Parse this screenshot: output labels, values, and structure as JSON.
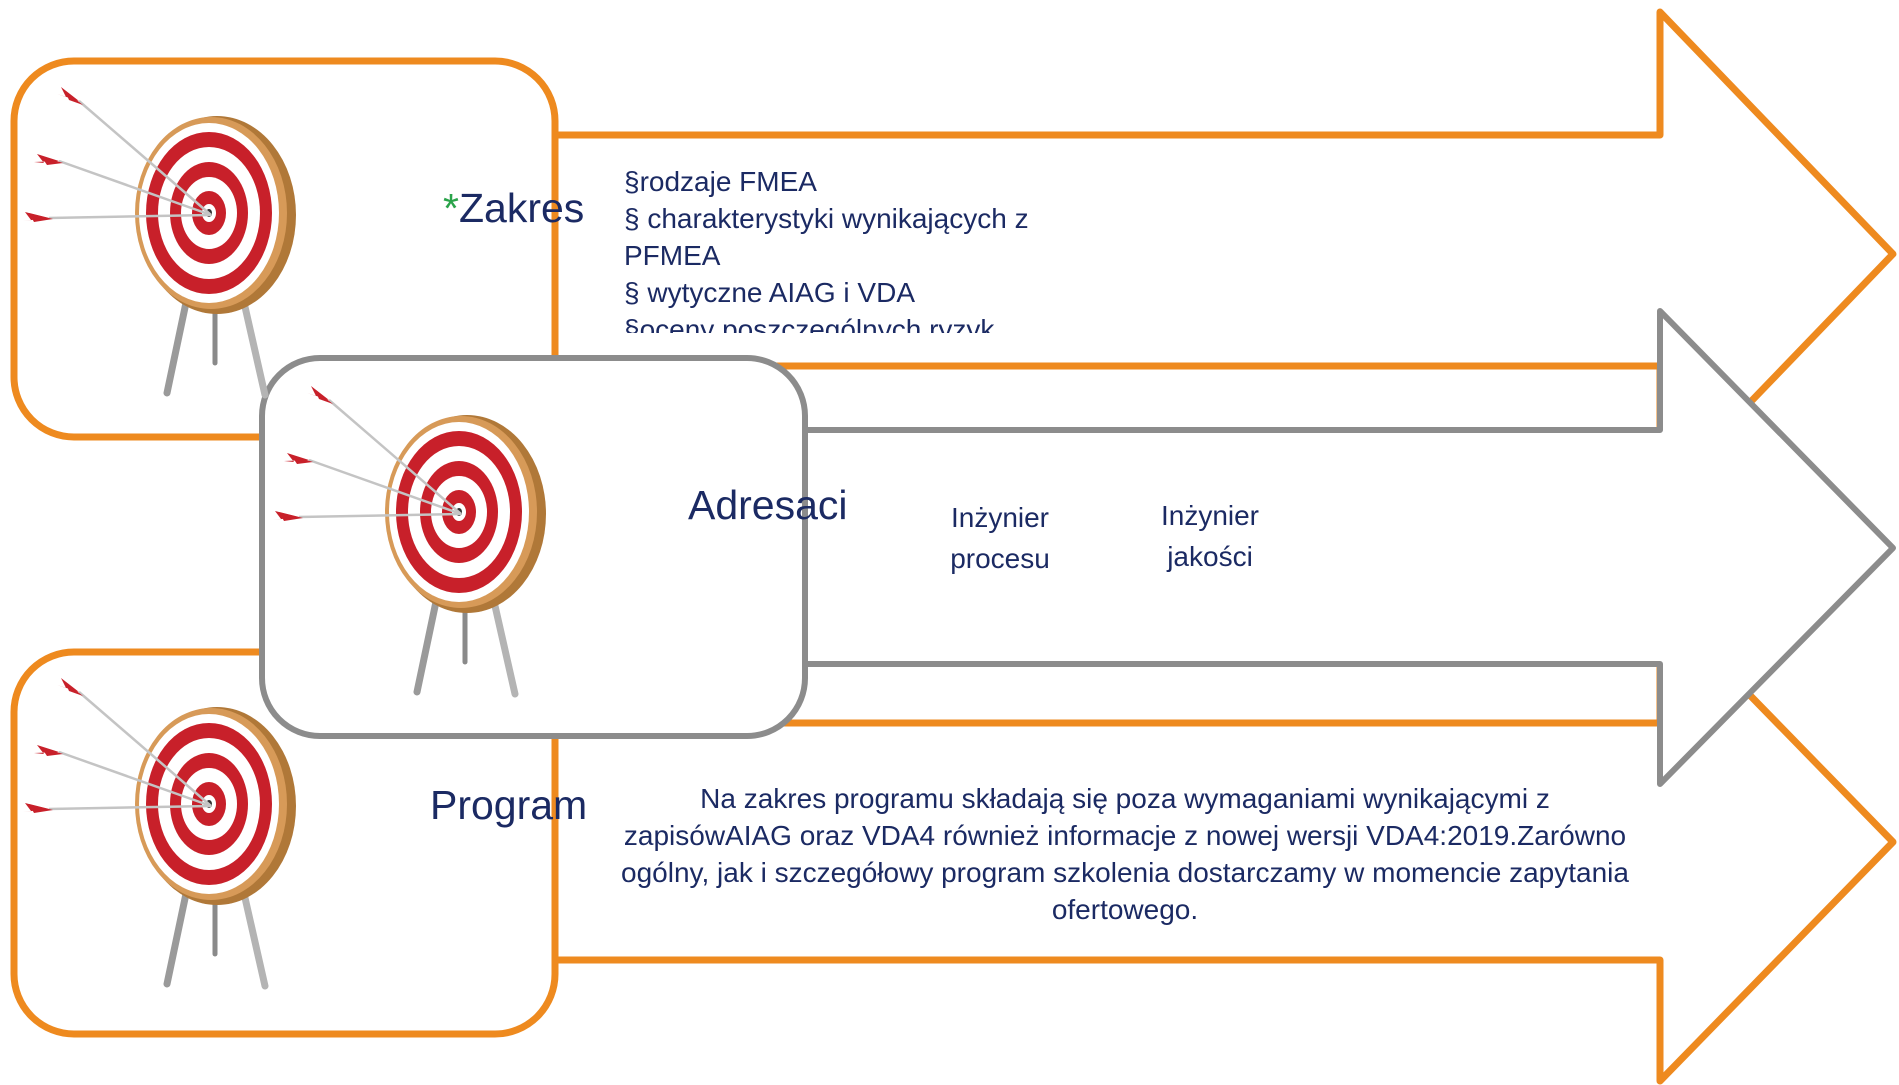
{
  "zakres": {
    "star": "*",
    "title": "Zakres",
    "items": [
      "§rodzaje FMEA",
      "§ charakterystyki wynikających z PFMEA",
      "§ wytyczne AIAG i VDA",
      "§oceny poszczególnych ryzyk"
    ]
  },
  "adresaci": {
    "title": "Adresaci",
    "audience": [
      "Inżynier procesu",
      "Inżynier jakości"
    ]
  },
  "program": {
    "title": "Program",
    "description": "Na zakres programu składają się poza wymaganiami wynikającymi z zapisówAIAG oraz VDA4 również informacje z nowej wersji VDA4:2019.Zarówno ogólny, jak i szczegółowy program szkolenia dostarczamy w momencie zapytania ofertowego."
  },
  "colors": {
    "orange_accent": "#ee8a1f",
    "gray_accent": "#8c8c8c",
    "text_navy": "#1b2a63",
    "star_green": "#2aa34a",
    "target_red": "#c8202a"
  },
  "icons": {
    "row_icon": "archery-target-icon"
  }
}
